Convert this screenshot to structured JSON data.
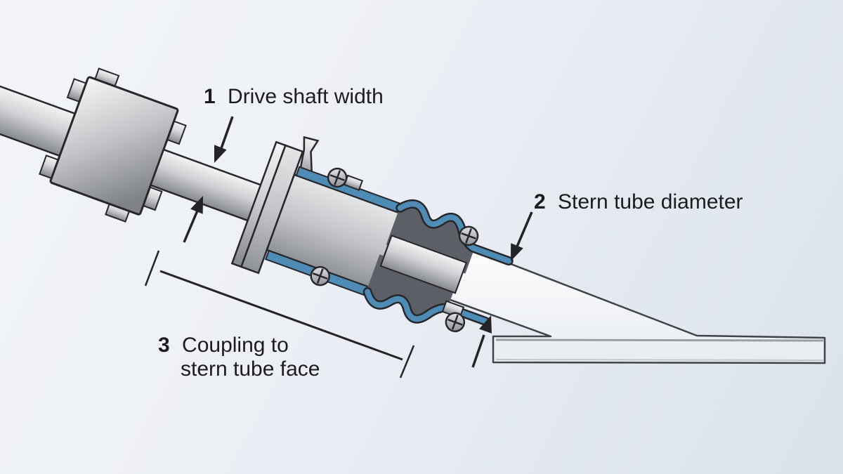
{
  "diagram": {
    "labels": [
      {
        "number": "1",
        "text": "Drive shaft width"
      },
      {
        "number": "2",
        "text": "Stern tube diameter"
      },
      {
        "number": "3",
        "text": "Coupling to",
        "text2": "stern tube face"
      }
    ],
    "colors": {
      "background_start": "#f3f5f8",
      "background_end": "#dbe2ec",
      "hose_blue": "#4f8cb5",
      "rubber_gray": "#5c6066",
      "outline_dark": "#26262b",
      "annotation_dark": "#242428",
      "text": "#1c1c1f"
    }
  }
}
